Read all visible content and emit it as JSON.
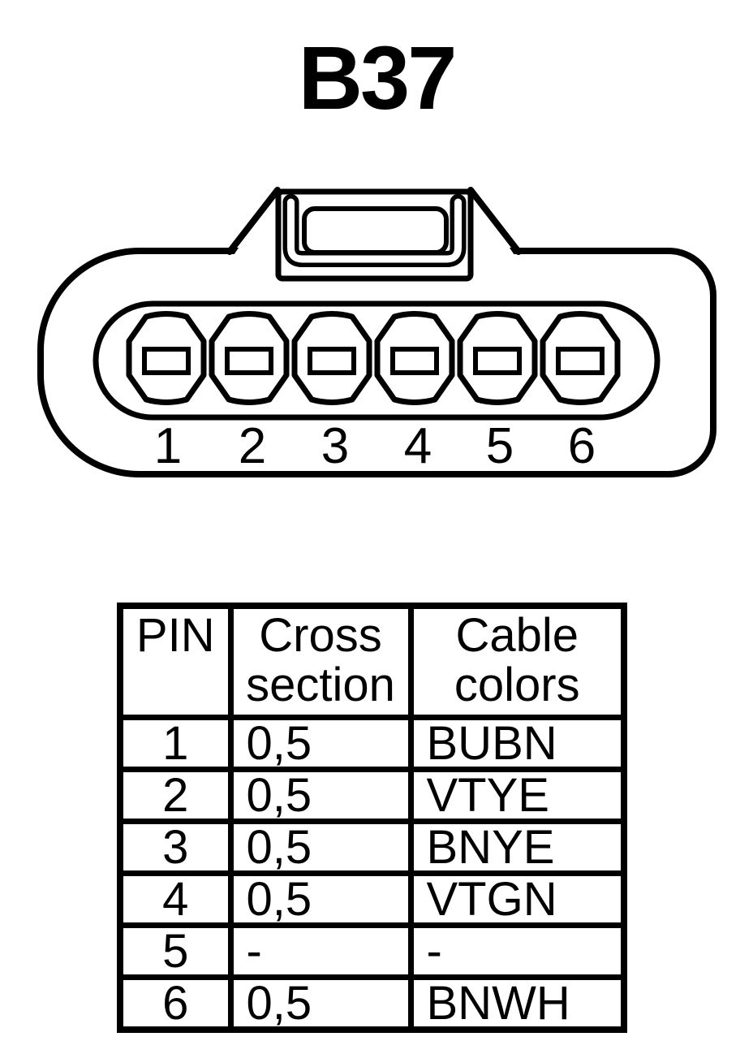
{
  "title": "B37",
  "connector": {
    "description": "6-pin connector, front view, latch tab on top",
    "pin_labels": [
      "1",
      "2",
      "3",
      "4",
      "5",
      "6"
    ]
  },
  "table": {
    "columns": [
      {
        "id": "pin",
        "label": "PIN"
      },
      {
        "id": "cross_section",
        "label_line1": "Cross",
        "label_line2": "section"
      },
      {
        "id": "cable_colors",
        "label_line1": "Cable",
        "label_line2": "colors"
      }
    ],
    "rows": [
      {
        "pin": "1",
        "cross_section": "0,5",
        "cable_colors": "BUBN"
      },
      {
        "pin": "2",
        "cross_section": "0,5",
        "cable_colors": "VTYE"
      },
      {
        "pin": "3",
        "cross_section": "0,5",
        "cable_colors": "BNYE"
      },
      {
        "pin": "4",
        "cross_section": "0,5",
        "cable_colors": "VTGN"
      },
      {
        "pin": "5",
        "cross_section": "-",
        "cable_colors": "-"
      },
      {
        "pin": "6",
        "cross_section": "0,5",
        "cable_colors": "BNWH"
      }
    ]
  },
  "colors": {
    "ink": "#000000",
    "background": "#ffffff"
  }
}
